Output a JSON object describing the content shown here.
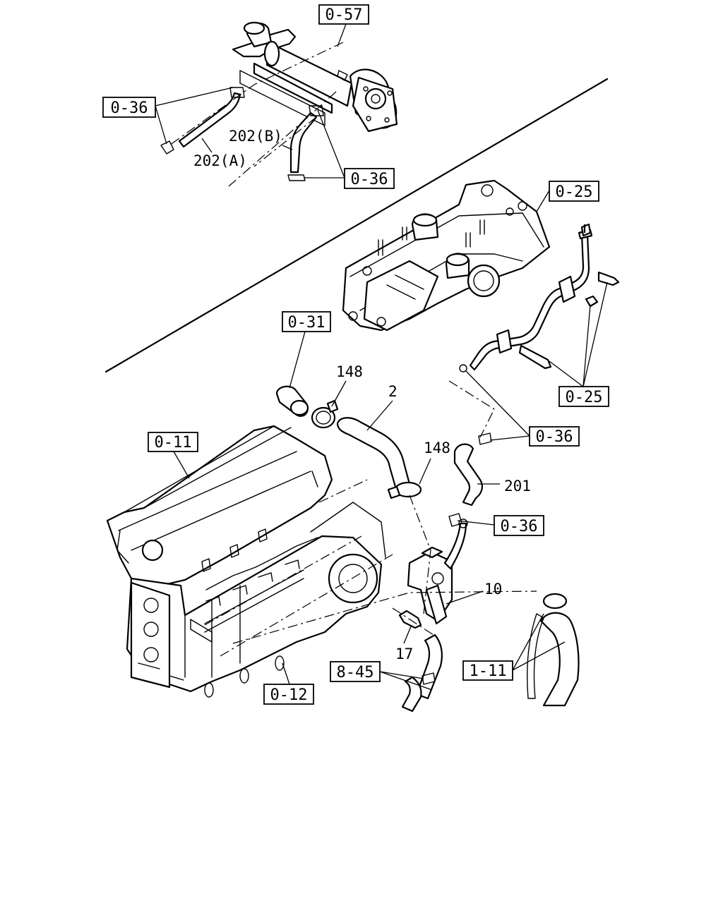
{
  "ref_boxes": [
    {
      "id": "ref-0-57-egr-cooler",
      "text": "0-57"
    },
    {
      "id": "ref-0-36-top-left",
      "text": "0-36"
    },
    {
      "id": "ref-0-36-top-right",
      "text": "0-36"
    },
    {
      "id": "ref-0-25-manifold",
      "text": "0-25"
    },
    {
      "id": "ref-0-31",
      "text": "0-31"
    },
    {
      "id": "ref-0-25-bracket",
      "text": "0-25"
    },
    {
      "id": "ref-0-11-cylinder-head",
      "text": "0-11"
    },
    {
      "id": "ref-0-36-mid",
      "text": "0-36"
    },
    {
      "id": "ref-0-36-lower",
      "text": "0-36"
    },
    {
      "id": "ref-8-45",
      "text": "8-45"
    },
    {
      "id": "ref-1-11",
      "text": "1-11"
    },
    {
      "id": "ref-0-12-cylinder-block",
      "text": "0-12"
    }
  ],
  "part_labels": [
    {
      "id": "part-202a",
      "text": "202(A)"
    },
    {
      "id": "part-202b",
      "text": "202(B)"
    },
    {
      "id": "part-148-upper",
      "text": "148"
    },
    {
      "id": "part-2-hose",
      "text": "2"
    },
    {
      "id": "part-148-lower",
      "text": "148"
    },
    {
      "id": "part-201-hose",
      "text": "201"
    },
    {
      "id": "part-10-thermostat-housing",
      "text": "10"
    },
    {
      "id": "part-17-bolt",
      "text": "17"
    }
  ]
}
